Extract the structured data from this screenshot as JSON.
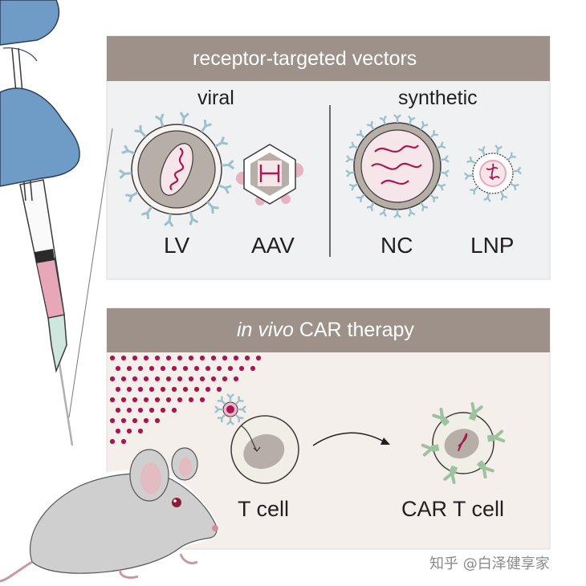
{
  "top_panel": {
    "title": "receptor-targeted vectors",
    "viral_label": "viral",
    "synthetic_label": "synthetic",
    "vectors": [
      "LV",
      "AAV",
      "NC",
      "LNP"
    ]
  },
  "bottom_panel": {
    "title_italic": "in vivo",
    "title_rest": " CAR therapy",
    "t_cell_label": "T cell",
    "car_t_cell_label": "CAR T cell"
  },
  "watermark": "知乎 @白泽健享家",
  "colors": {
    "header_bar": "#9d9189",
    "top_panel_bg": "#eff1f2",
    "bottom_panel_bg": "#f5efec",
    "dots": "#a8184f",
    "rna": "#a8184f",
    "receptor_blue": "#9cc1cc",
    "car_green": "#9cc2a0",
    "mouse": "#cfcfcf",
    "glove_blue": "#6f9bc7",
    "syringe_fluid": "#e7a7b8"
  }
}
